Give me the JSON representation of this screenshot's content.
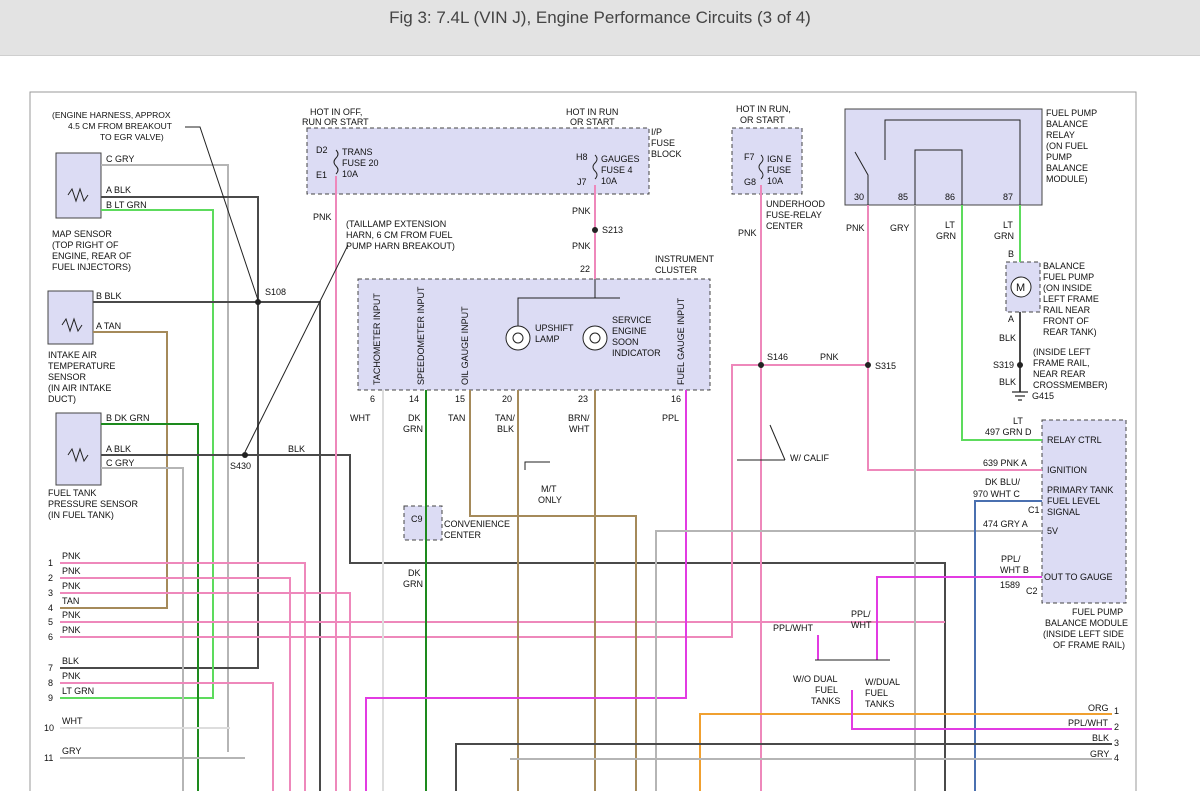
{
  "title": "Fig 3: 7.4L (VIN J), Engine Performance Circuits (3 of 4)",
  "colors": {
    "pnk": "#ee88bb",
    "ltgrn": "#5ddb5d",
    "dkgrn": "#1d8a1d",
    "gry": "#b5b5b5",
    "blk": "#4a4a4a",
    "tan": "#a58a5a",
    "ppl": "#e23be2",
    "org": "#f0a030",
    "dkblu": "#4a70b0",
    "box": "#dcdcf4"
  },
  "labels": {
    "engine_harness": [
      "(ENGINE HARNESS, APPROX",
      "4.5 CM FROM BREAKOUT",
      "TO EGR VALVE)"
    ],
    "map_sensor": [
      "MAP SENSOR",
      "(TOP RIGHT OF",
      "ENGINE, REAR OF",
      "FUEL INJECTORS)"
    ],
    "iat_sensor": [
      "INTAKE AIR",
      "TEMPERATURE",
      "SENSOR",
      "(IN AIR INTAKE",
      "DUCT)"
    ],
    "ft_sensor": [
      "FUEL TANK",
      "PRESSURE SENSOR",
      "(IN FUEL TANK)"
    ],
    "hot_off": [
      "HOT IN OFF,",
      "RUN OR START"
    ],
    "hot_run": [
      "HOT IN RUN",
      "OR START"
    ],
    "hot_run2": [
      "HOT IN RUN,",
      "OR START"
    ],
    "ip_fuse_block": [
      "I/P",
      "FUSE",
      "BLOCK"
    ],
    "underhood": [
      "UNDERHOOD",
      "FUSE-RELAY",
      "CENTER"
    ],
    "taillamp": [
      "(TAILLAMP EXTENSION",
      "HARN, 6 CM FROM FUEL",
      "PUMP HARN BREAKOUT)"
    ],
    "instrument_cluster": [
      "INSTRUMENT",
      "CLUSTER"
    ],
    "fuel_pump_relay": [
      "FUEL PUMP",
      "BALANCE",
      "RELAY",
      "(ON FUEL",
      "PUMP",
      "BALANCE",
      "MODULE)"
    ],
    "balance_pump": [
      "BALANCE",
      "FUEL PUMP",
      "(ON INSIDE",
      "LEFT FRAME",
      "RAIL NEAR",
      "FRONT OF",
      "REAR TANK)"
    ],
    "ground_loc": [
      "(INSIDE LEFT",
      "FRAME RAIL,",
      "NEAR REAR",
      "CROSSMEMBER)"
    ],
    "convenience": [
      "CONVENIENCE",
      "CENTER"
    ],
    "fpbm": [
      "FUEL PUMP",
      "BALANCE MODULE",
      "(INSIDE LEFT SIDE",
      "OF FRAME RAIL)"
    ],
    "mt_only": [
      "M/T",
      "ONLY"
    ],
    "wo_dual": [
      "W/O DUAL",
      "FUEL",
      "TANKS"
    ],
    "w_dual": [
      "W/DUAL",
      "FUEL",
      "TANKS"
    ],
    "w_calif": "W/ CALIF",
    "trans_fuse": [
      "TRANS",
      "FUSE 20",
      "10A"
    ],
    "gauges_fuse": [
      "GAUGES",
      "FUSE 4",
      "10A"
    ],
    "igne_fuse": [
      "IGN E",
      "FUSE",
      "10A"
    ],
    "upshift": [
      "UPSHIFT",
      "LAMP"
    ],
    "ses": [
      "SERVICE",
      "ENGINE",
      "SOON",
      "INDICATOR"
    ],
    "cluster_inputs": [
      "TACHOMETER INPUT",
      "SPEEDOMETER INPUT",
      "OIL GAUGE INPUT",
      "FUEL GAUGE INPUT"
    ],
    "relay_pins": [
      "30",
      "85",
      "86",
      "87"
    ],
    "module_pins": [
      "RELAY CTRL",
      "IGNITION",
      "PRIMARY TANK",
      "FUEL LEVEL",
      "SIGNAL",
      "5V",
      "OUT TO GAUGE"
    ]
  },
  "left_connector": [
    {
      "num": "1",
      "wire": "PNK"
    },
    {
      "num": "2",
      "wire": "PNK"
    },
    {
      "num": "3",
      "wire": "PNK"
    },
    {
      "num": "4",
      "wire": "TAN"
    },
    {
      "num": "5",
      "wire": "PNK"
    },
    {
      "num": "6",
      "wire": "PNK"
    },
    {
      "num": "7",
      "wire": "BLK"
    },
    {
      "num": "8",
      "wire": "PNK"
    },
    {
      "num": "9",
      "wire": "LT GRN"
    },
    {
      "num": "10",
      "wire": "WHT"
    },
    {
      "num": "11",
      "wire": "GRY"
    }
  ],
  "right_connector": [
    {
      "num": "1",
      "wire": "ORG"
    },
    {
      "num": "2",
      "wire": "PPL/WHT"
    },
    {
      "num": "3",
      "wire": "BLK"
    },
    {
      "num": "4",
      "wire": "GRY"
    }
  ]
}
